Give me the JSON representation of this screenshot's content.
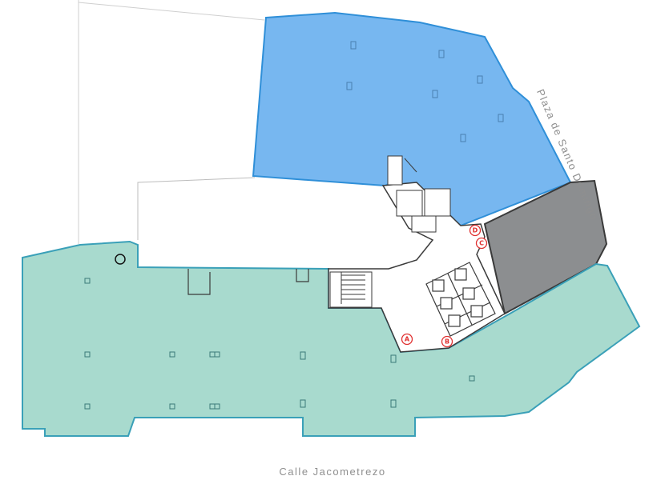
{
  "streets": {
    "right": "Plaza de Santo Domingo",
    "bottom": "Calle Jacometrezo"
  },
  "markers": [
    {
      "id": "marker-a",
      "label": "A"
    },
    {
      "id": "marker-b",
      "label": "B"
    },
    {
      "id": "marker-c",
      "label": "C"
    },
    {
      "id": "marker-d",
      "label": "D"
    }
  ],
  "zones": [
    {
      "id": "zone-blue",
      "color": "#77b7f0"
    },
    {
      "id": "zone-green",
      "color": "#a8dace"
    },
    {
      "id": "zone-gray",
      "color": "#8c8e90"
    }
  ],
  "colors": {
    "outline": "#3a3a3a",
    "blue_edge": "#2f8fd8",
    "green_edge": "#3aa0b8",
    "marker": "#e03030"
  }
}
